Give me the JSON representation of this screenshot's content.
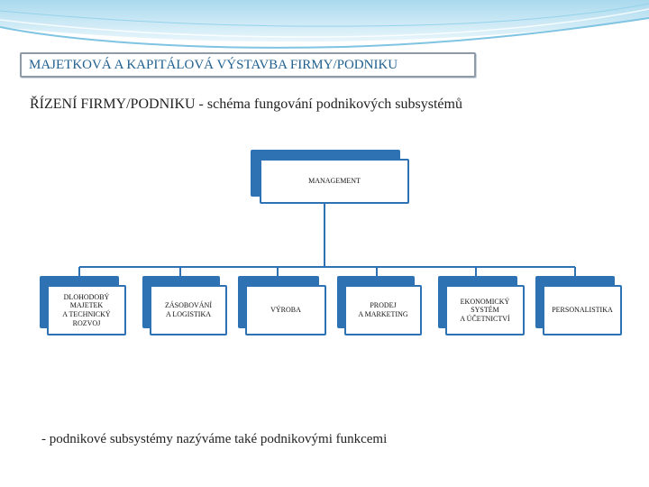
{
  "header": {
    "title": "MAJETKOVÁ A KAPITÁLOVÁ VÝSTAVBA FIRMY/PODNIKU"
  },
  "subtitle": "ŘÍZENÍ FIRMY/PODNIKU  - schéma fungování podnikových subsystémů",
  "org_chart": {
    "root": {
      "label": "MANAGEMENT"
    },
    "children": [
      {
        "label": "DLOHODOBÝ\nMAJETEK\nA TECHNICKÝ\nROZVOJ"
      },
      {
        "label": "ZÁSOBOVÁNÍ\nA LOGISTIKA"
      },
      {
        "label": "VÝROBA"
      },
      {
        "label": "PRODEJ\nA MARKETING"
      },
      {
        "label": "EKONOMICKÝ\nSYSTÉM\nA ÚČETNICTVÍ"
      },
      {
        "label": "PERSONALISTIKA"
      }
    ]
  },
  "footnote": "- podnikové subsystémy nazýváme také podnikovými funkcemi",
  "colors": {
    "accent": "#2e72b4",
    "title_text": "#1f5f8f",
    "header_band": "#bfe3f2"
  }
}
